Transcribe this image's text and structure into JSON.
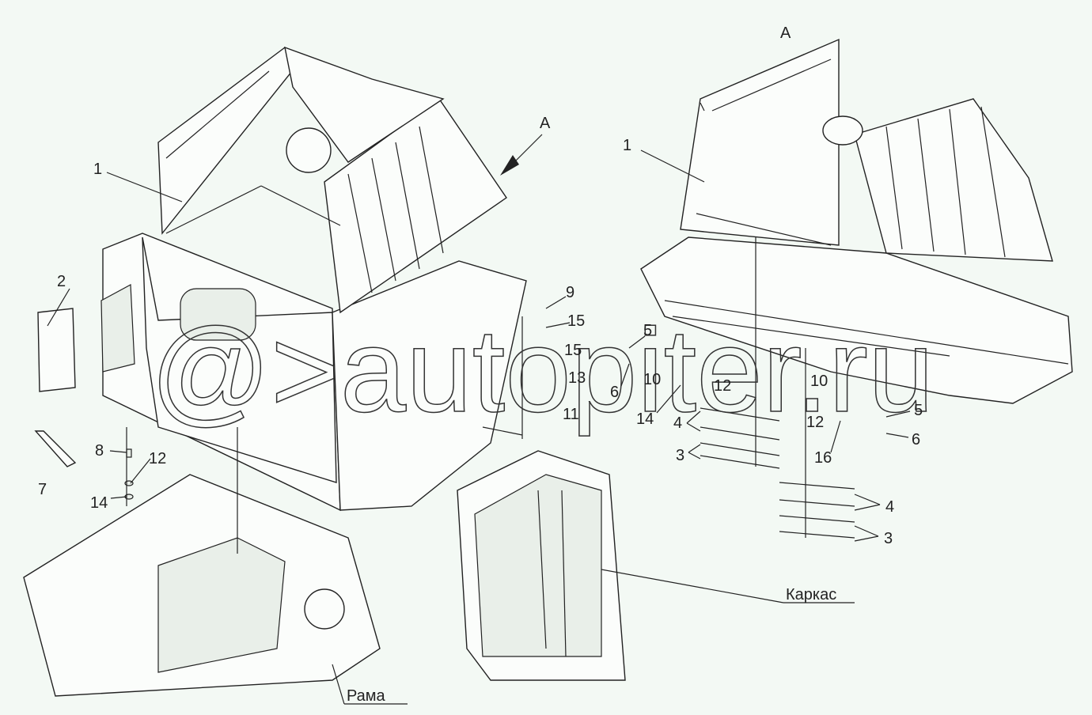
{
  "labels": {
    "left_assembly": [
      "1",
      "2",
      "7",
      "8",
      "12",
      "14",
      "9",
      "15",
      "15",
      "13",
      "11",
      "5",
      "6",
      "10",
      "12",
      "14",
      "4",
      "3",
      "A"
    ],
    "right_assembly": [
      "A",
      "1",
      "10",
      "12",
      "16",
      "5",
      "6",
      "4",
      "3"
    ],
    "frame_label": "Рама",
    "carcass_label": "Каркас"
  },
  "watermark": "@>autopiter.ru",
  "colors": {
    "background": "#f3f9f4",
    "line": "#222222"
  }
}
